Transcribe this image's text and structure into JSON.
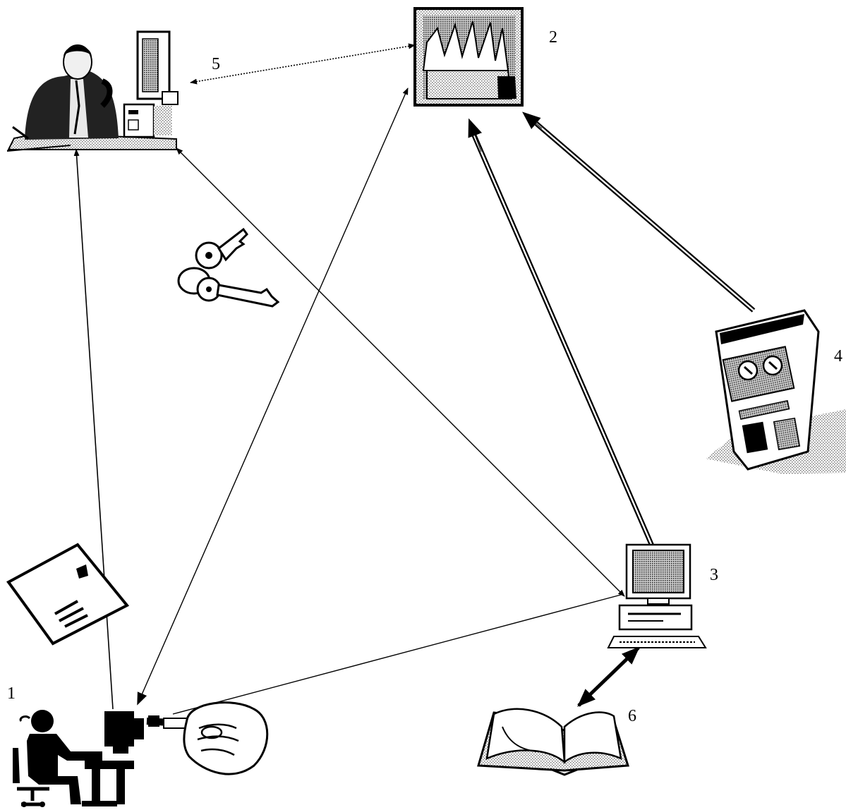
{
  "nodes": [
    {
      "id": "1",
      "label": "1",
      "icon": "user-at-workstation-icon"
    },
    {
      "id": "2",
      "label": "2",
      "icon": "registry-book-icon"
    },
    {
      "id": "3",
      "label": "3",
      "icon": "desktop-computer-icon"
    },
    {
      "id": "4",
      "label": "4",
      "icon": "server-machine-icon"
    },
    {
      "id": "5",
      "label": "5",
      "icon": "manager-at-desk-icon"
    },
    {
      "id": "6",
      "label": "6",
      "icon": "open-book-icon"
    }
  ],
  "decorations": [
    "key-pair-icon",
    "document-icon",
    "hand-with-key-icon"
  ],
  "connections": [
    {
      "from": "1",
      "to": "5",
      "style": "thin",
      "arrow": "end"
    },
    {
      "from": "1",
      "to": "2",
      "style": "thin",
      "arrow": "both"
    },
    {
      "from": "5",
      "to": "3",
      "style": "thin",
      "arrow": "both"
    },
    {
      "from": "3",
      "to": "1",
      "style": "thin",
      "arrow": "none"
    },
    {
      "from": "5",
      "to": "2",
      "style": "dotted",
      "arrow": "both"
    },
    {
      "from": "3",
      "to": "2",
      "style": "double",
      "arrow": "end"
    },
    {
      "from": "4",
      "to": "2",
      "style": "double",
      "arrow": "end"
    },
    {
      "from": "3",
      "to": "6",
      "style": "bold",
      "arrow": "both"
    }
  ]
}
